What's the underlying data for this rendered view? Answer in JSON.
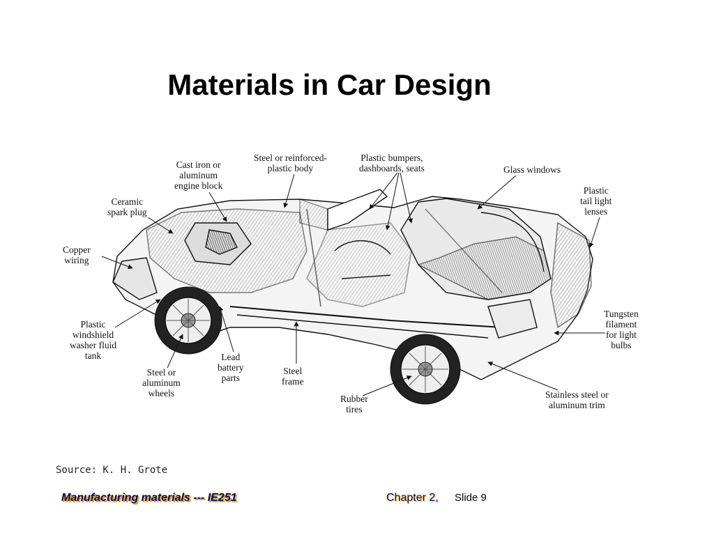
{
  "slide": {
    "title": "Materials in Car Design",
    "source": "Source: K. H. Grote",
    "footer_left": "Manufacturing materials  --- IE251",
    "footer_chapter": "Chapter 2,",
    "footer_slide": "Slide 9"
  },
  "diagram": {
    "labels": {
      "engine_block": [
        "Cast iron or",
        "aluminum",
        "engine block"
      ],
      "body": [
        "Steel or reinforced-",
        "plastic body"
      ],
      "bumpers": [
        "Plastic bumpers,",
        "dashboards, seats"
      ],
      "windows": [
        "Glass windows"
      ],
      "tail_light": [
        "Plastic",
        "tail light",
        "lenses"
      ],
      "spark_plug": [
        "Ceramic",
        "spark plug"
      ],
      "wiring": [
        "Copper",
        "wiring"
      ],
      "washer_tank": [
        "Plastic",
        "windshield",
        "washer fluid",
        "tank"
      ],
      "wheels": [
        "Steel or",
        "aluminum",
        "wheels"
      ],
      "battery": [
        "Lead",
        "battery",
        "parts"
      ],
      "frame": [
        "Steel",
        "frame"
      ],
      "tires": [
        "Rubber",
        "tires"
      ],
      "trim": [
        "Stainless steel or",
        "aluminum trim"
      ],
      "filament": [
        "Tungsten",
        "filament",
        "for light",
        "bulbs"
      ]
    }
  }
}
